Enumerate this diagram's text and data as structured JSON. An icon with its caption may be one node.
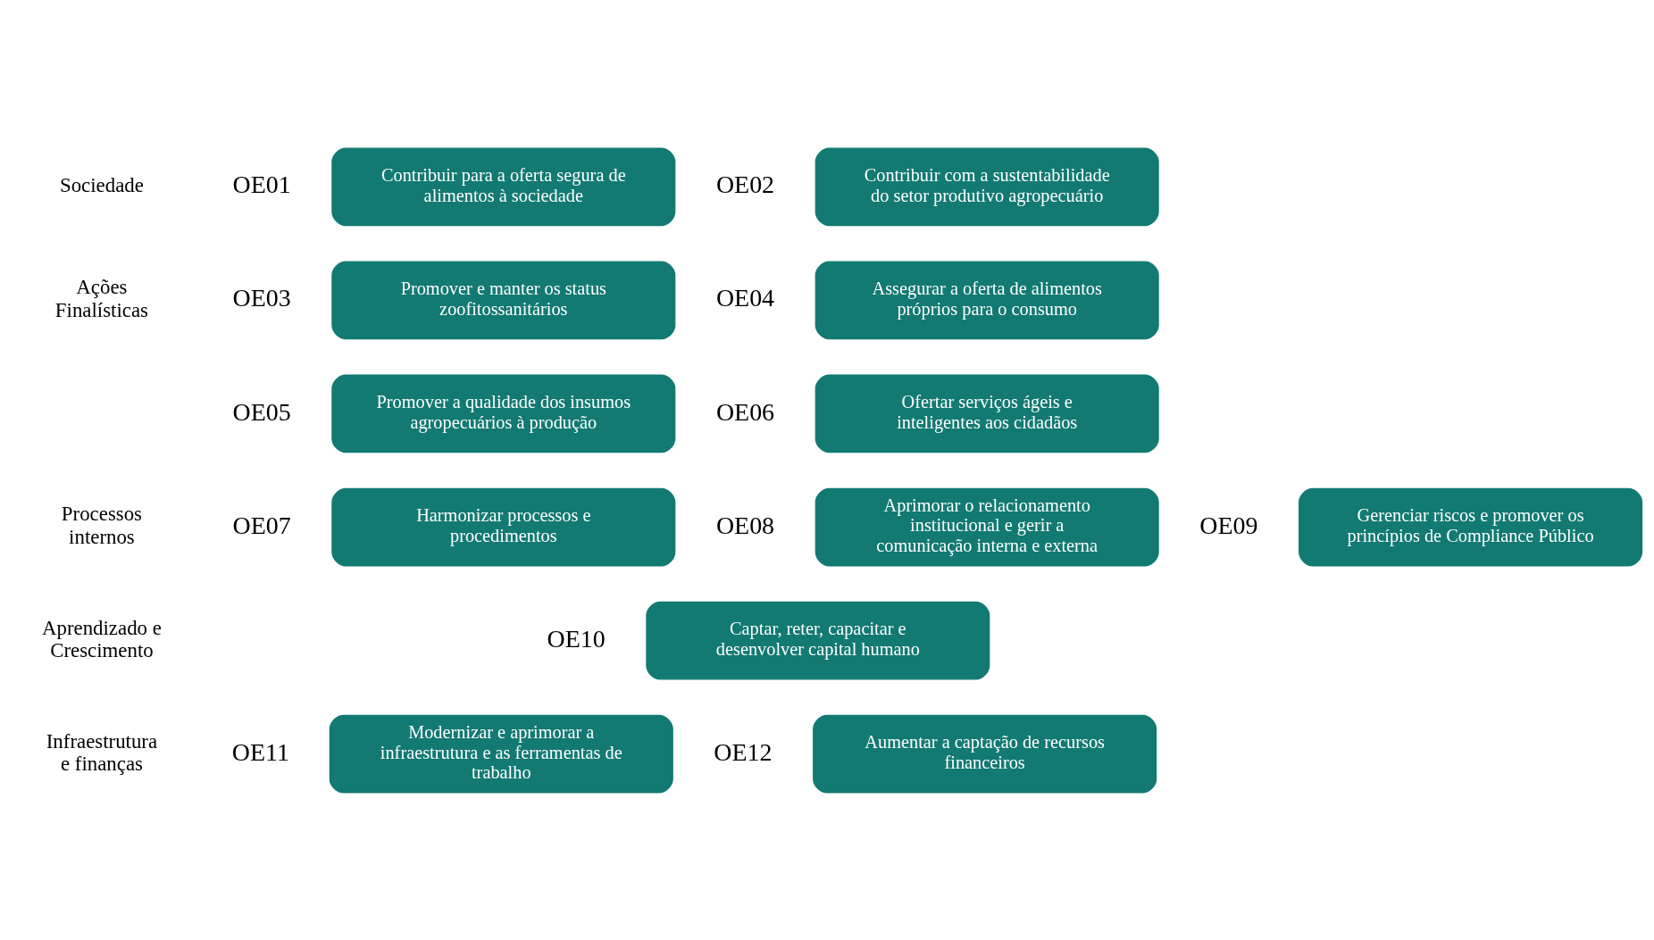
{
  "diagram": {
    "nodes": [
      {
        "text": [
          "Contribuir para a oferta segura de alimentos à sociedade"
        ],
        "beside": [
          "OE01"
        ]
      },
      {
        "text": [
          "Contribuir com a sustentabilidade do setor produtivo agropecuário"
        ],
        "beside": [
          "OE02"
        ]
      },
      {
        "text": [
          "Promover e manter os status zoofitossanitários"
        ],
        "beside": [
          "OE03"
        ]
      },
      {
        "text": [
          "Assegurar a oferta de alimentos próprios para o consumo"
        ],
        "beside": [
          "OE04"
        ]
      },
      {
        "text": [
          "Promover a qualidade dos insumos agropecuários à produção"
        ],
        "beside": [
          "OE05"
        ]
      },
      {
        "text": [
          "Ofertar serviços ágeis e inteligentes aos cidadãos"
        ],
        "beside": [
          "OE06"
        ]
      },
      {
        "text": [
          "Harmonizar processos e procedimentos"
        ],
        "beside": [
          "OE07"
        ]
      },
      {
        "text": [
          "Aprimorar o relacionamento institucional e gerir a comunicação interna e externa"
        ],
        "beside": [
          "OE08"
        ]
      },
      {
        "text": [
          "Gerenciar riscos e promover os princípios de Compliance Público"
        ],
        "beside": [
          "OE09"
        ]
      },
      {
        "text": [
          "Captar, reter, capacitar e desenvolver capital humano"
        ],
        "beside": [
          "OE10"
        ]
      },
      {
        "text": [
          "Modernizar e aprimorar a infraestrutura e as ferramentas de trabalho"
        ],
        "beside": [
          "OE11"
        ]
      },
      {
        "text": [
          "Aumentar a captação de recursos financeiros"
        ],
        "beside": [
          "OE12"
        ]
      }
    ],
    "edges": [],
    "labels": [
      "Sociedade",
      "Ações Finalísticas",
      "Processos internos",
      "Aprendizado e Crescimento",
      "Infraestrutura e finanças"
    ]
  }
}
